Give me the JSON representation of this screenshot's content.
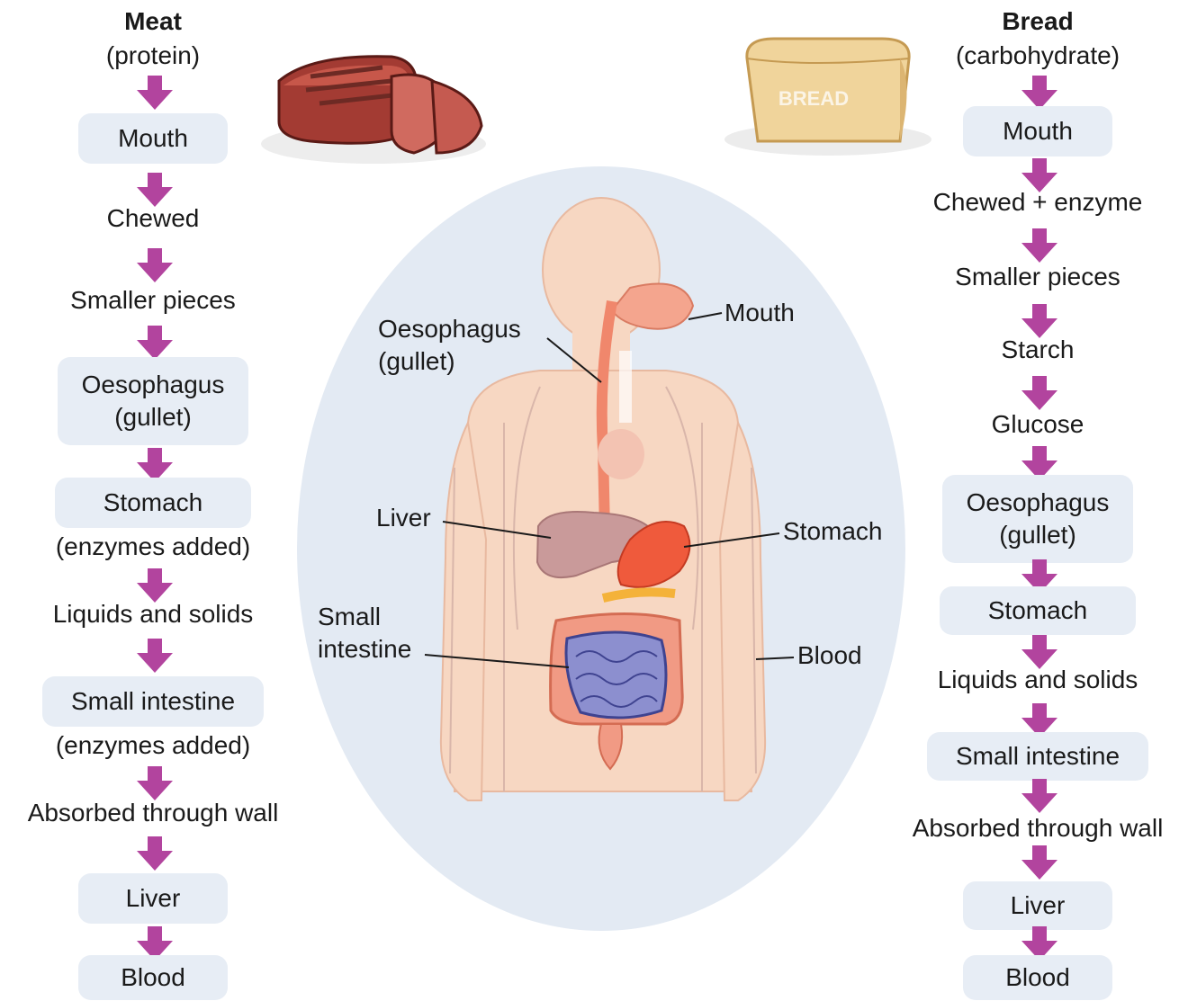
{
  "meat": {
    "title": "Meat",
    "subtitle": "(protein)",
    "steps": [
      "Mouth",
      "Chewed",
      "Smaller pieces",
      "Oesophagus",
      "(gullet)",
      "Stomach",
      "(enzymes added)",
      "Liquids and solids",
      "Small intestine",
      "(enzymes added)",
      "Absorbed through wall",
      "Liver",
      "Blood"
    ]
  },
  "bread": {
    "title": "Bread",
    "subtitle": "(carbohydrate)",
    "loaf_text": "BREAD",
    "steps": [
      "Mouth",
      "Chewed + enzyme",
      "Smaller pieces",
      "Starch",
      "Glucose",
      "Oesophagus",
      "(gullet)",
      "Stomach",
      "Liquids and solids",
      "Small intestine",
      "Absorbed through wall",
      "Liver",
      "Blood"
    ]
  },
  "body_labels": {
    "mouth": "Mouth",
    "oesophagus": "Oesophagus",
    "oesophagus_alt": "(gullet)",
    "liver": "Liver",
    "stomach": "Stomach",
    "small_intestine_1": "Small",
    "small_intestine_2": "intestine",
    "blood": "Blood"
  },
  "colors": {
    "arrow": "#b2449e",
    "box": "#e7edf5",
    "oval": "#e3eaf3"
  },
  "icons": [
    "steak-icon",
    "bread-loaf-icon",
    "down-arrow-icon",
    "human-body-icon"
  ]
}
